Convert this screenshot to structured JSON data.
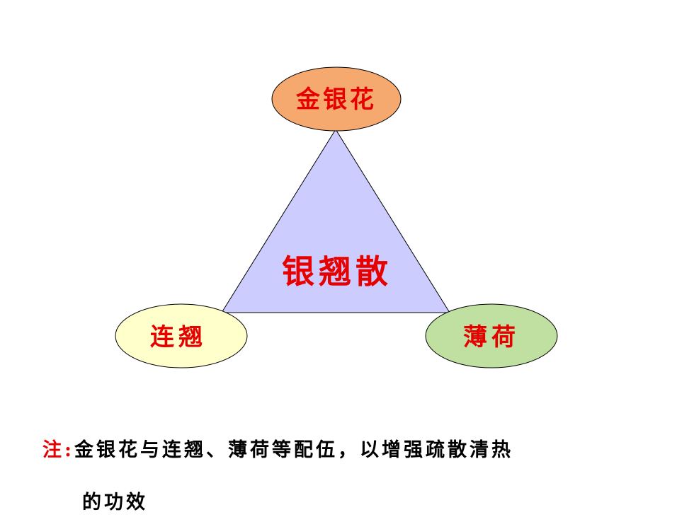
{
  "diagram": {
    "center": {
      "label": "银翘散",
      "fill": "#ccccff",
      "label_color": "#e60000"
    },
    "top": {
      "label": "金银花",
      "fill": "#f5a96e",
      "label_color": "#e60000"
    },
    "left": {
      "label": "连翘",
      "fill": "#ffffcc",
      "label_color": "#e60000"
    },
    "right": {
      "label": "薄荷",
      "fill": "#bfe0a0",
      "label_color": "#e60000"
    }
  },
  "note": {
    "prefix": "注:",
    "line1": "金银花与连翘、薄荷等配伍，以增强疏散清热",
    "line2": "的功效"
  }
}
